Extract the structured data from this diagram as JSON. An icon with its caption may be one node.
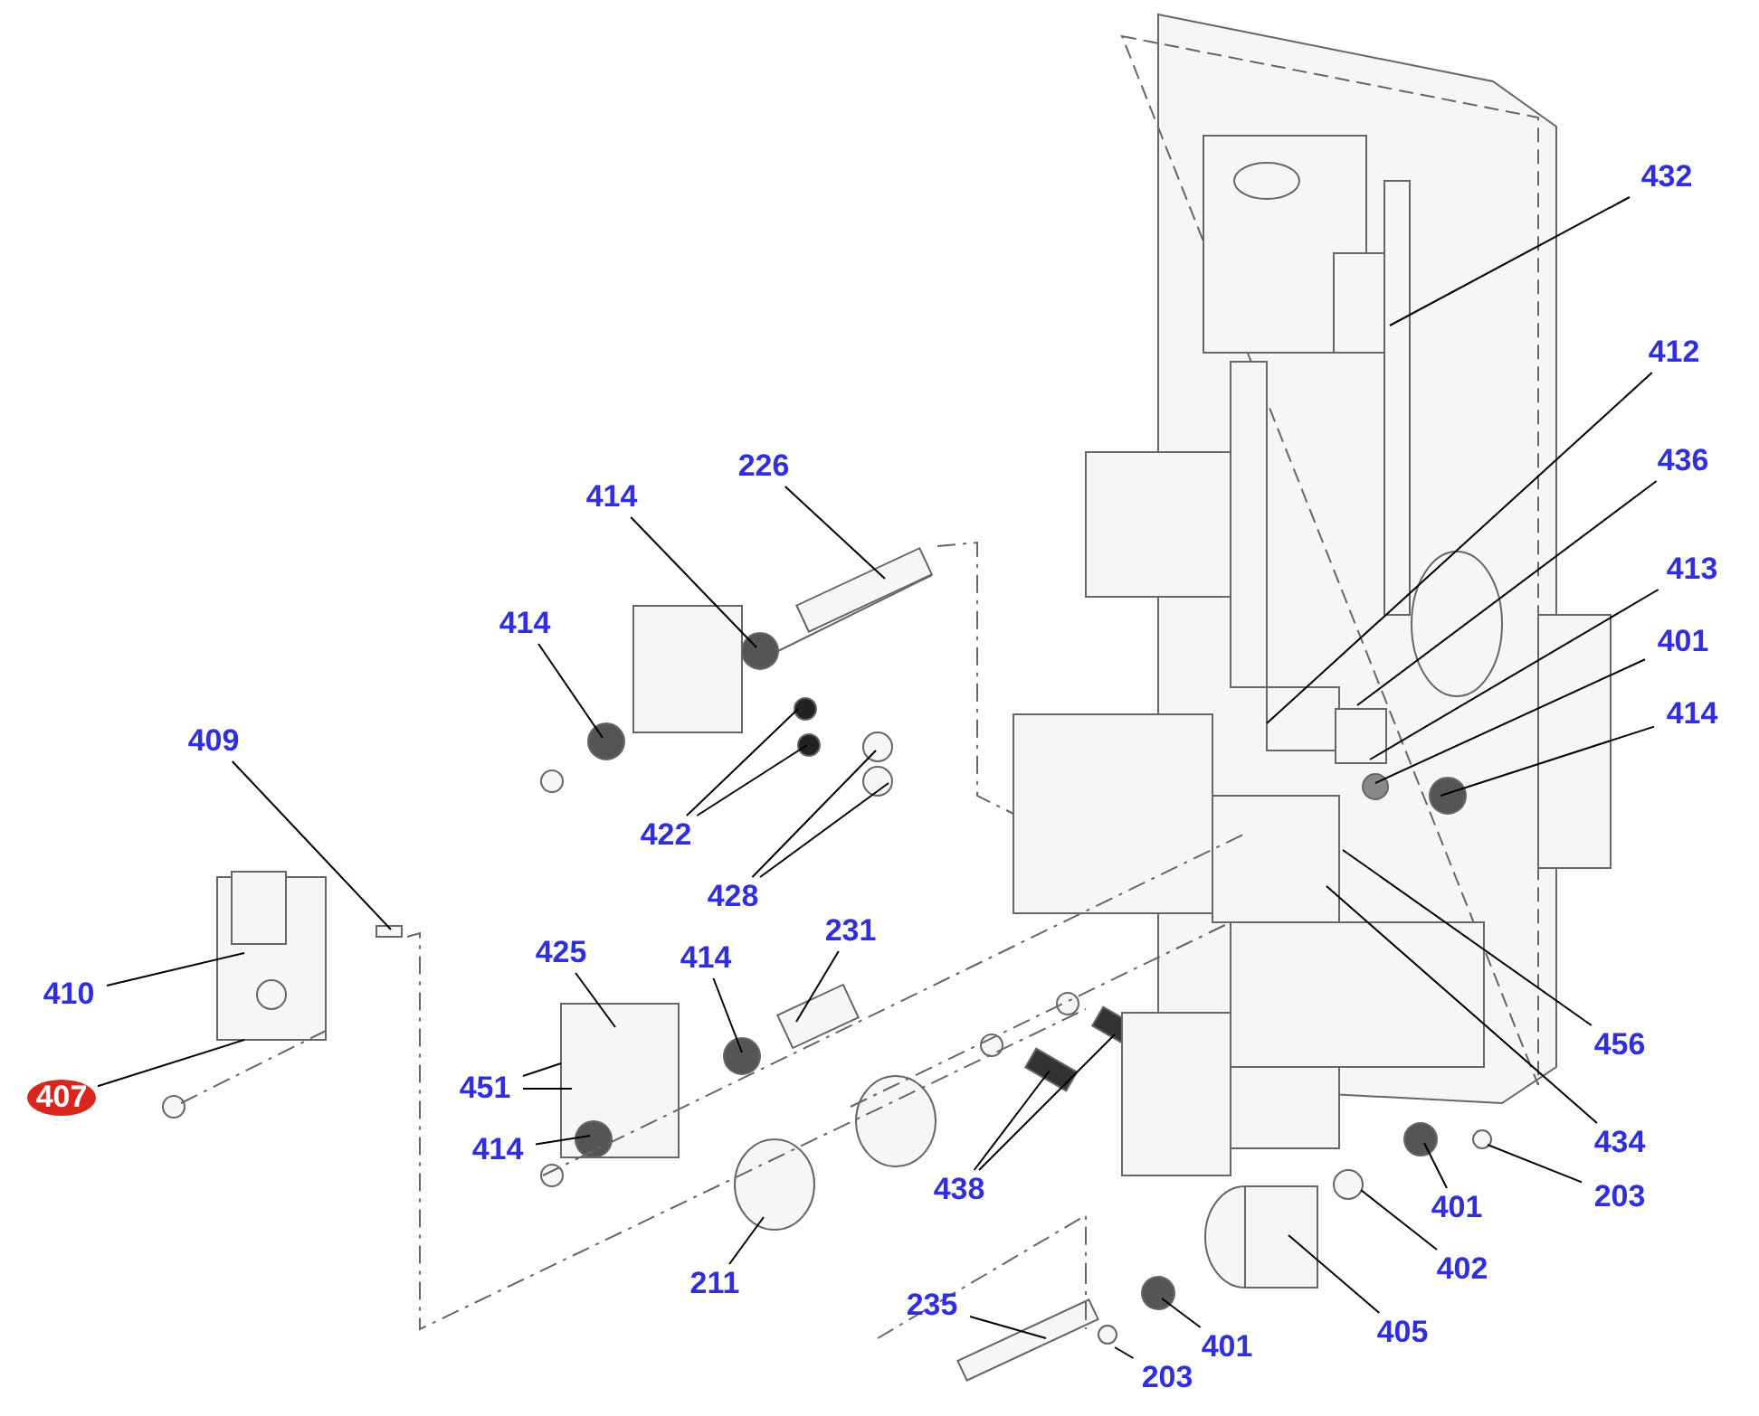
{
  "diagram": {
    "nodes": [
      {
        "text": [
          "432"
        ]
      },
      {
        "text": [
          "412"
        ]
      },
      {
        "text": [
          "436"
        ]
      },
      {
        "text": [
          "226"
        ]
      },
      {
        "text": [
          "414"
        ]
      },
      {
        "text": [
          "413"
        ]
      },
      {
        "text": [
          "401"
        ]
      },
      {
        "text": [
          "414"
        ]
      },
      {
        "text": [
          "414"
        ]
      },
      {
        "text": [
          "409"
        ]
      },
      {
        "text": [
          "422"
        ]
      },
      {
        "text": [
          "428"
        ]
      },
      {
        "text": [
          "231"
        ]
      },
      {
        "text": [
          "425"
        ]
      },
      {
        "text": [
          "414"
        ]
      },
      {
        "text": [
          "410"
        ]
      },
      {
        "text": [
          "456"
        ]
      },
      {
        "text": [
          "451"
        ]
      },
      {
        "text": [
          "407"
        ]
      },
      {
        "text": [
          "434"
        ]
      },
      {
        "text": [
          "414"
        ]
      },
      {
        "text": [
          "438"
        ]
      },
      {
        "text": [
          "203"
        ]
      },
      {
        "text": [
          "401"
        ]
      },
      {
        "text": [
          "402"
        ]
      },
      {
        "text": [
          "211"
        ]
      },
      {
        "text": [
          "405"
        ]
      },
      {
        "text": [
          "235"
        ]
      },
      {
        "text": [
          "401"
        ]
      },
      {
        "text": [
          "203"
        ]
      }
    ],
    "edges": [
      {
        "from": 0,
        "to": null,
        "arrow": "none"
      },
      {
        "from": 1,
        "to": null,
        "arrow": "none"
      },
      {
        "from": 2,
        "to": null,
        "arrow": "none"
      },
      {
        "from": 3,
        "to": null,
        "arrow": "none"
      },
      {
        "from": 4,
        "to": null,
        "arrow": "none"
      },
      {
        "from": 5,
        "to": null,
        "arrow": "none"
      },
      {
        "from": 6,
        "to": null,
        "arrow": "none"
      },
      {
        "from": 7,
        "to": null,
        "arrow": "none"
      },
      {
        "from": 8,
        "to": null,
        "arrow": "none"
      },
      {
        "from": 9,
        "to": null,
        "arrow": "none"
      },
      {
        "from": 10,
        "to": null,
        "arrow": "none"
      },
      {
        "from": 10,
        "to": null,
        "arrow": "none"
      },
      {
        "from": 11,
        "to": null,
        "arrow": "none"
      },
      {
        "from": 11,
        "to": null,
        "arrow": "none"
      },
      {
        "from": 12,
        "to": null,
        "arrow": "none"
      },
      {
        "from": 13,
        "to": null,
        "arrow": "none"
      },
      {
        "from": 14,
        "to": null,
        "arrow": "none"
      },
      {
        "from": 15,
        "to": null,
        "arrow": "none"
      },
      {
        "from": 16,
        "to": null,
        "arrow": "none"
      },
      {
        "from": 17,
        "to": null,
        "arrow": "none"
      },
      {
        "from": 17,
        "to": null,
        "arrow": "none"
      },
      {
        "from": 18,
        "to": null,
        "arrow": "none"
      },
      {
        "from": 19,
        "to": null,
        "arrow": "none"
      },
      {
        "from": 20,
        "to": null,
        "arrow": "none"
      },
      {
        "from": 21,
        "to": null,
        "arrow": "none"
      },
      {
        "from": 21,
        "to": null,
        "arrow": "none"
      },
      {
        "from": 22,
        "to": null,
        "arrow": "none"
      },
      {
        "from": 23,
        "to": null,
        "arrow": "none"
      },
      {
        "from": 24,
        "to": null,
        "arrow": "none"
      },
      {
        "from": 25,
        "to": null,
        "arrow": "none"
      },
      {
        "from": 26,
        "to": null,
        "arrow": "none"
      },
      {
        "from": 27,
        "to": null,
        "arrow": "none"
      },
      {
        "from": 28,
        "to": null,
        "arrow": "none"
      },
      {
        "from": 29,
        "to": null,
        "arrow": "none"
      }
    ]
  }
}
